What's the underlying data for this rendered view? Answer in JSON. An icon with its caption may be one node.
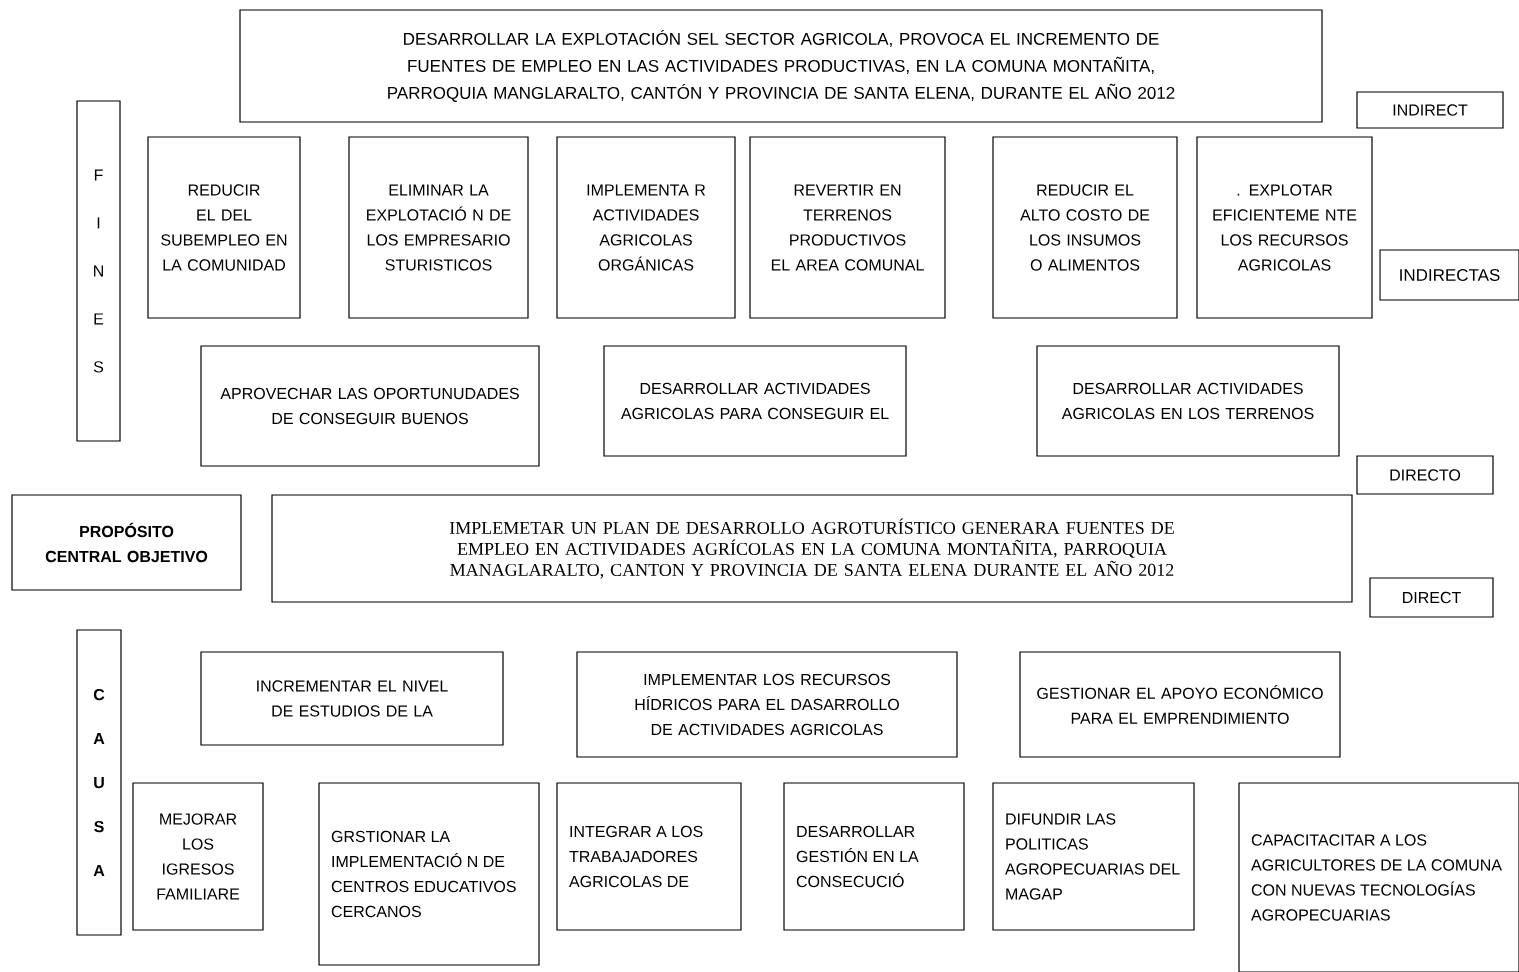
{
  "diagram": {
    "nodes": [
      {
        "text": [
          "DESARROLLAR LA  EXPLOTACIÓN SEL SECTOR AGRICOLA,  PROVOCA EL INCREMENTO DE  FUENTES DE EMPLEO EN LAS ACTIVIDADES PRODUCTIVAS,   EN LA COMUNA MONTAÑITA, PARROQUIA MANGLARALTO, CANTÓN Y PROVINCIA DE SANTA ELENA,  DURANTE EL AÑO 2012"
        ]
      },
      {
        "text": [
          "INDIRECT"
        ]
      },
      {
        "text": [
          "F I N E S"
        ]
      },
      {
        "text": [
          "REDUCIR EL DEL SUBEMPLEO EN LA COMUNIDAD"
        ]
      },
      {
        "text": [
          "ELIMINAR LA EXPLOTACIÓ N DE LOS EMPRESARIO STURISTICOS"
        ]
      },
      {
        "text": [
          "IMPLEMENTA R ACTIVIDADES AGRICOLAS ORGÁNICAS"
        ]
      },
      {
        "text": [
          "REVERTIR EN TERRENOS PRODUCTIVOS EL AREA COMUNAL"
        ]
      },
      {
        "text": [
          "REDUCIR EL ALTO COSTO DE  LOS INSUMOS  O ALIMENTOS"
        ]
      },
      {
        "text": [
          ". EXPLOTAR EFICIENTEME NTE   LOS RECURSOS AGRICOLAS"
        ]
      },
      {
        "text": [
          "INDIRECTAS"
        ]
      },
      {
        "text": [
          "APROVECHAR LAS OPORTUNUDADES DE CONSEGUIR BUENOS"
        ]
      },
      {
        "text": [
          "DESARROLLAR ACTIVIDADES AGRICOLAS PARA CONSEGUIR EL"
        ]
      },
      {
        "text": [
          "DESARROLLAR ACTIVIDADES AGRICOLAS EN LOS TERRENOS"
        ]
      },
      {
        "text": [
          "DIRECTO"
        ]
      },
      {
        "text": [
          "PROPÓSITO CENTRAL OBJETIVO"
        ]
      },
      {
        "text": [
          "IMPLEMETAR UN PLAN DE DESARROLLO AGROTURÍSTICO GENERARA FUENTES DE EMPLEO  EN ACTIVIDADES AGRÍCOLAS EN LA COMUNA MONTAÑITA, PARROQUIA MANAGLARALTO, CANTON Y PROVINCIA DE SANTA ELENA DURANTE EL AÑO 2012"
        ]
      },
      {
        "text": [
          "DIRECT"
        ]
      },
      {
        "text": [
          "C A U S A"
        ]
      },
      {
        "text": [
          "INCREMENTAR EL  NIVEL DE ESTUDIOS DE LA"
        ]
      },
      {
        "text": [
          "IMPLEMENTAR LOS  RECURSOS HÍDRICOS PARA EL DASARROLLO DE ACTIVIDADES AGRICOLAS"
        ]
      },
      {
        "text": [
          "GESTIONAR EL APOYO ECONÓMICO PARA EL EMPRENDIMIENTO"
        ]
      },
      {
        "text": [
          "MEJORAR LOS IGRESOS FAMILIARE"
        ]
      },
      {
        "text": [
          "GRSTIONAR LA IMPLEMENTACIÓ N  DE CENTROS EDUCATIVOS CERCANOS"
        ]
      },
      {
        "text": [
          "INTEGRAR  A LOS TRABAJADORES AGRICOLAS  DE"
        ]
      },
      {
        "text": [
          "DESARROLLAR GESTIÓN EN LA CONSECUCIÓ"
        ]
      },
      {
        "text": [
          "DIFUNDIR LAS POLITICAS AGROPECUARIAS DEL MAGAP"
        ]
      },
      {
        "text": [
          "CAPACITACITAR  A LOS AGRICULTORES DE LA COMUNA CON  NUEVAS TECNOLOGÍAS AGROPECUARIAS"
        ]
      }
    ]
  }
}
